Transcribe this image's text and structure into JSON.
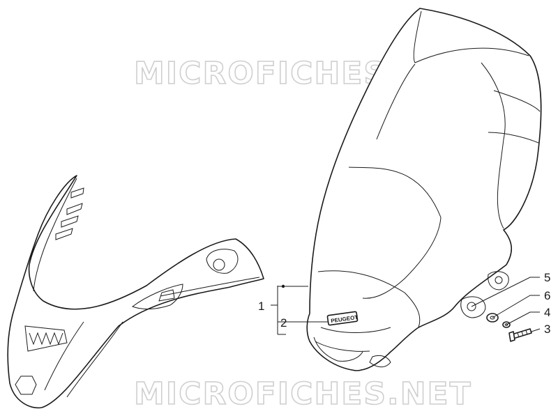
{
  "watermark": {
    "top": "MICROFICHES.NET",
    "bottom": "MICROFICHES.NET"
  },
  "emblem": "PEUGEOT",
  "callouts": [
    {
      "id": "1",
      "label": "1"
    },
    {
      "id": "2",
      "label": "2"
    },
    {
      "id": "5",
      "label": "5"
    },
    {
      "id": "6",
      "label": "6"
    },
    {
      "id": "4",
      "label": "4"
    },
    {
      "id": "3",
      "label": "3"
    }
  ],
  "colors": {
    "line": "#1a1a1a",
    "watermark": "#cfcfcf",
    "background": "#ffffff"
  }
}
